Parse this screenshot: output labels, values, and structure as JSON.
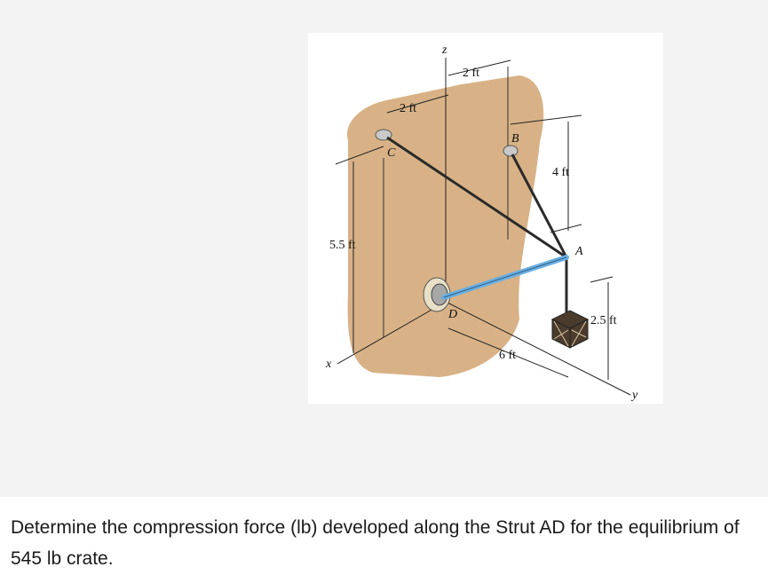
{
  "figure": {
    "axis_labels": {
      "z": "z",
      "x": "x",
      "y": "y"
    },
    "point_labels": {
      "A": "A",
      "B": "B",
      "C": "C",
      "D": "D"
    },
    "dimensions": {
      "top_offset_B": "2 ft",
      "top_offset_C": "2 ft",
      "height_total": "5.5 ft",
      "drop_B_to_A": "4 ft",
      "crate_height": "2.5 ft",
      "y_distance": "6 ft"
    },
    "colors": {
      "wall": "#d8b286",
      "strut": "#6aaee0",
      "cable": "#2a2a2a",
      "crate": "#4a3b2c"
    }
  },
  "question": {
    "text": "Determine the compression force (lb) developed along the Strut AD for the equilibrium of 545 lb crate."
  }
}
